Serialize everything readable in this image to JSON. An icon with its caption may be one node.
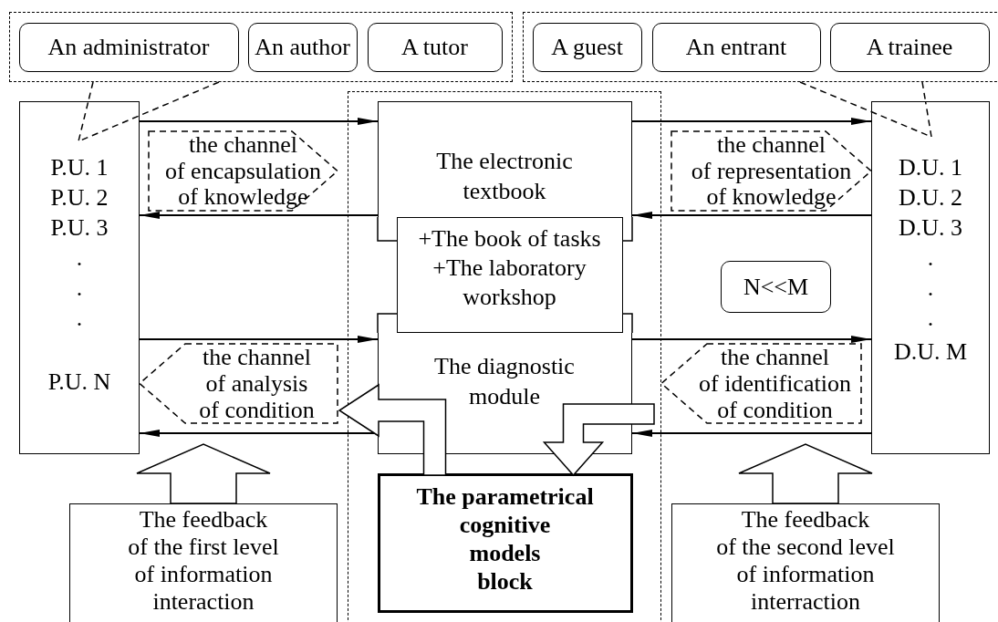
{
  "diagram": {
    "nodes": [
      {
        "text": [],
        "shape": "box"
      },
      {
        "text": [
          "An administrator"
        ],
        "in": 0
      },
      {
        "text": [
          "An author"
        ],
        "in": 0
      },
      {
        "text": [
          "A tutor"
        ],
        "in": 0
      },
      {
        "text": [],
        "shape": "box"
      },
      {
        "text": [
          "A guest"
        ],
        "in": 4
      },
      {
        "text": [
          "An entrant"
        ],
        "in": 4
      },
      {
        "text": [
          "A trainee"
        ],
        "in": 4
      },
      {
        "text": [
          "P.U. 1",
          "P.U. 2",
          "P.U. 3",
          ".",
          ".",
          ".",
          "P.U. N"
        ]
      },
      {
        "text": [],
        "shape": "box"
      },
      {
        "text": [
          "The electronic textbook"
        ],
        "in": 9
      },
      {
        "text": [
          "+The book of tasks +The laboratory workshop"
        ],
        "in": 9
      },
      {
        "text": [
          "The diagnostic module"
        ],
        "in": 9
      },
      {
        "text": [
          "The parametrical cognitive models block"
        ],
        "in": 9
      },
      {
        "text": [
          "the channel of encapsulation of knowledge"
        ]
      },
      {
        "text": [
          "the channel of representation of knowledge"
        ]
      },
      {
        "text": [
          "the channel of analysis of condition"
        ]
      },
      {
        "text": [
          "the channel of identification of condition"
        ]
      },
      {
        "text": [
          "N<<M"
        ]
      },
      {
        "text": [
          "D.U. 1",
          "D.U. 2",
          "D.U. 3",
          ".",
          ".",
          ".",
          "D.U. M"
        ]
      },
      {
        "text": [
          "The feedback of the first level of information interaction"
        ]
      },
      {
        "text": [
          "The feedback of the second level of information interraction"
        ]
      }
    ],
    "edges": [
      {
        "from": 0,
        "to": 8,
        "arrow": "none",
        "style": "dashed"
      },
      {
        "from": 4,
        "to": 19,
        "arrow": "none",
        "style": "dashed"
      },
      {
        "from": 8,
        "to": 10,
        "arrow": "to"
      },
      {
        "from": 10,
        "to": 8,
        "arrow": "to"
      },
      {
        "from": 8,
        "to": 12,
        "arrow": "to"
      },
      {
        "from": 12,
        "to": 8,
        "arrow": "to"
      },
      {
        "from": 10,
        "to": 19,
        "arrow": "to"
      },
      {
        "from": 19,
        "to": 10,
        "arrow": "to"
      },
      {
        "from": 12,
        "to": 19,
        "arrow": "to"
      },
      {
        "from": 19,
        "to": 12,
        "arrow": "to"
      },
      {
        "from": 13,
        "to": 16,
        "arrow": "to",
        "style": "thick"
      },
      {
        "from": 17,
        "to": 13,
        "arrow": "to",
        "style": "thick"
      },
      {
        "from": 20,
        "to": null,
        "arrow": "to",
        "style": "thick"
      },
      {
        "from": 21,
        "to": null,
        "arrow": "to",
        "style": "thick"
      }
    ]
  }
}
